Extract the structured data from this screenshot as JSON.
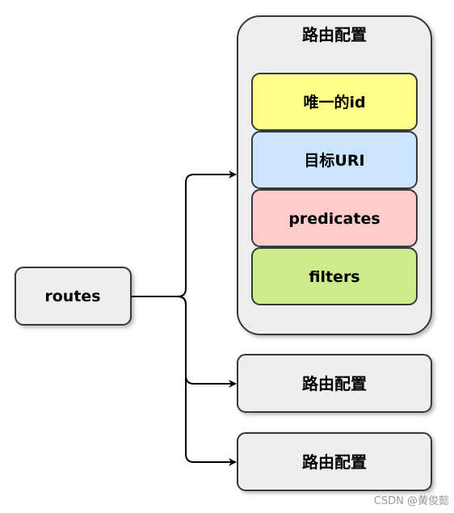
{
  "diagram": {
    "root": {
      "label": "routes"
    },
    "route_config": {
      "title": "路由配置",
      "fields": [
        {
          "label": "唯一的id",
          "color": "#ffff88"
        },
        {
          "label": "目标URI",
          "color": "#cce5ff"
        },
        {
          "label": "predicates",
          "color": "#ffcccc"
        },
        {
          "label": "filters",
          "color": "#cdeb8b"
        }
      ]
    },
    "route_config_2": {
      "title": "路由配置"
    },
    "route_config_3": {
      "title": "路由配置"
    },
    "colors": {
      "box_fill": "#eeeeee",
      "stroke": "#36393d"
    }
  },
  "watermark": "CSDN @黄俊懿"
}
